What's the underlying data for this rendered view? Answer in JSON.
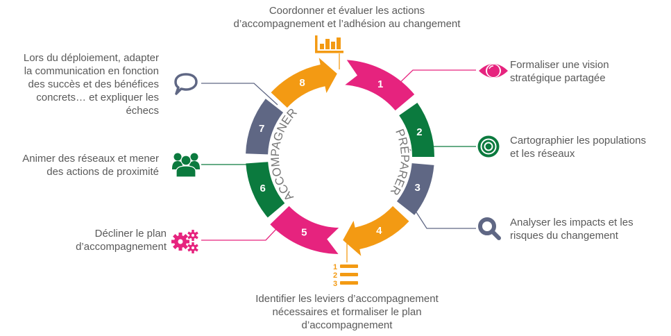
{
  "colors": {
    "pink": "#E6237E",
    "green": "#0B7A3E",
    "slate": "#5F6784",
    "orange": "#F39A13",
    "text": "#595959",
    "phase_label": "#777777"
  },
  "phases": [
    {
      "label": "PRÉPARER",
      "side": "right"
    },
    {
      "label": "ACCOMPAGNER",
      "side": "left"
    }
  ],
  "steps": [
    {
      "number": "1",
      "color": "pink",
      "icon": "eye-icon",
      "text": "Formaliser une vision\nstratégique partagée"
    },
    {
      "number": "2",
      "color": "green",
      "icon": "target-icon",
      "text": "Cartographier les populations\net les réseaux"
    },
    {
      "number": "3",
      "color": "slate",
      "icon": "search-icon",
      "text": "Analyser les impacts et les\nrisques du changement"
    },
    {
      "number": "4",
      "color": "orange",
      "icon": "numbered-list-icon",
      "text": "Identifier les leviers d’accompagnement\nnécessaires et formaliser le plan\nd’accompagnement"
    },
    {
      "number": "5",
      "color": "pink",
      "icon": "gears-icon",
      "text": "Décliner le plan\nd’accompagnement"
    },
    {
      "number": "6",
      "color": "green",
      "icon": "people-icon",
      "text": "Animer des réseaux et mener\ndes actions de proximité"
    },
    {
      "number": "7",
      "color": "slate",
      "icon": "speech-bubble-icon",
      "text": "Lors du déploiement, adapter\nla communication en fonction\ndes succès et des bénéfices\nconcrets… et expliquer les\néchecs"
    },
    {
      "number": "8",
      "color": "orange",
      "icon": "bar-chart-icon",
      "text": "Coordonner et évaluer les actions\nd’accompagnement et l’adhésion au changement"
    }
  ]
}
